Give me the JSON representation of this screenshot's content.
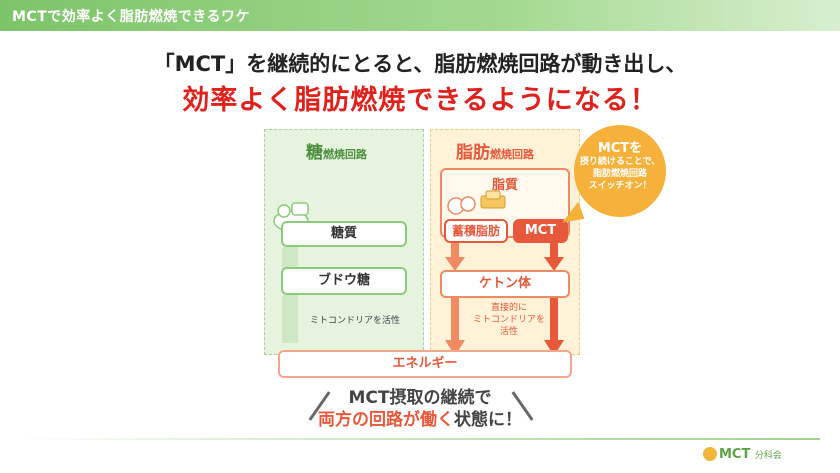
{
  "header": {
    "title": "MCTで効率よく脂肪燃焼できるワケ"
  },
  "headline": {
    "line1": "「MCT」を継続的にとると、脂肪燃焼回路が動き出し、",
    "line2": "効率よく脂肪燃焼できるようになる！"
  },
  "left_panel": {
    "title_big": "糖",
    "title_small": "燃焼回路",
    "box1": "糖質",
    "box2": "ブドウ糖",
    "note": "ミトコンドリアを活性"
  },
  "right_panel": {
    "title_big": "脂肪",
    "title_small": "燃焼回路",
    "box_fat": "脂質",
    "box_stored": "蓄積脂肪",
    "box_mct": "MCT",
    "box_ketone": "ケトン体",
    "note": "直接的に\nミトコンドリアを\n活性"
  },
  "energy": "エネルギー",
  "bubble": {
    "line1": "MCTを",
    "line2": "摂り続けることで、",
    "line3": "脂肪燃焼回路",
    "line4": "スイッチオン！"
  },
  "summary": {
    "line1": "MCT摂取の継続で",
    "line2_highlight": "両方の回路が働く",
    "line2_rest": "状態に！"
  },
  "footer": {
    "logo": "MCT",
    "logo_sub": "分科会"
  },
  "colors": {
    "accent_red": "#e0221d",
    "green": "#7cc46a",
    "orange": "#f6b13a"
  }
}
